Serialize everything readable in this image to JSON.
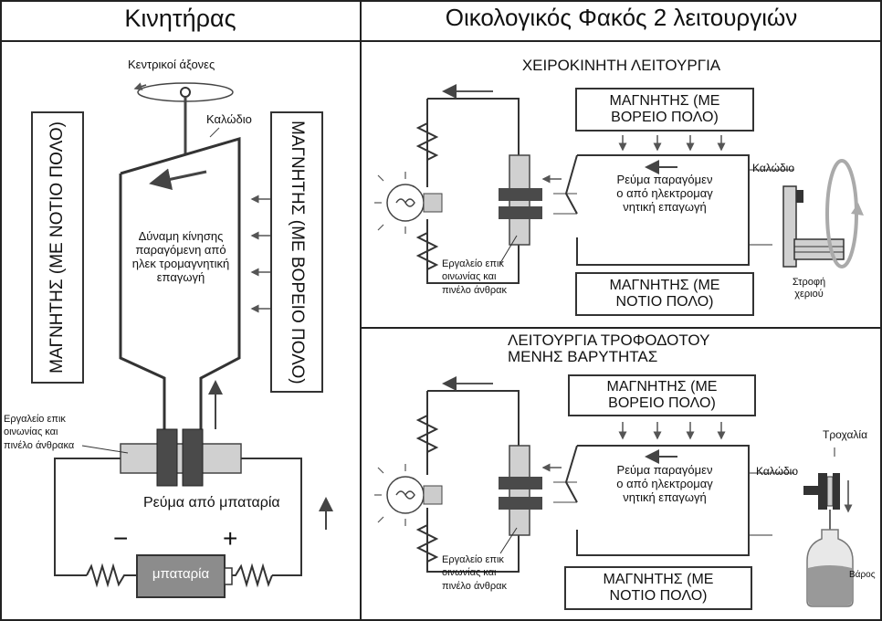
{
  "left": {
    "header": "Κινητήρας",
    "axis_label": "Κεντρικοί άξονες",
    "wire_label": "Καλώδιο",
    "magnet_south": "ΜΑΓΝΗΤΗΣ (ΜΕ ΝΟΤΙΟ ΠΟΛΟ)",
    "magnet_north": "ΜΑΓΝΗΤΗΣ (ΜΕ ΒΟΡΕΙΟ ΠΟΛΟ)",
    "coil_text": "Δύναμη κίνησης\nπαραγόμενη από\nηλεκ τρομαγνητική\nεπαγωγή",
    "brush_label": "Εργαλείο επικ\nοινωνίας και\nπινέλο άνθρακα",
    "battery_current": "Ρεύμα από μπαταρία",
    "minus": "−",
    "plus": "+",
    "battery": "μπαταρία"
  },
  "right": {
    "header": "Οικολογικός Φακός 2 λειτουργιών",
    "top": {
      "title": "ΧΕΙΡΟΚΙΝΗΤΗ ΛΕΙΤΟΥΡΓΙΑ",
      "magnet_north": "ΜΑΓΝΗΤΗΣ (ΜΕ\nΒΟΡΕΙΟ ΠΟΛΟ)",
      "coil_text": "Ρεύμα παραγόμεν\nο από ηλεκτρομαγ\nνητική επαγωγή",
      "wire_label": "Καλώδιο",
      "brush_label": "Εργαλείο επικ\nοινωνίας και\nπινέλο άνθρακ",
      "magnet_south": "ΜΑΓΝΗΤΗΣ (ΜΕ\nΝΟΤΙΟ ΠΟΛΟ)",
      "crank_label": "Στροφή\nχεριού"
    },
    "bottom": {
      "title": "ΛΕΙΤΟΥΡΓΙΑ ΤΡΟΦΟΔΟΤΟΥ\nΜΕΝΗΣ ΒΑΡΥΤΗΤΑΣ",
      "magnet_north": "ΜΑΓΝΗΤΗΣ (ΜΕ\nΒΟΡΕΙΟ ΠΟΛΟ)",
      "coil_text": "Ρεύμα παραγόμεν\nο από ηλεκτρομαγ\nνητική επαγωγή",
      "pulley_label": "Τροχαλία",
      "wire_label": "Καλώδιο",
      "brush_label": "Εργαλείο επικ\nοινωνίας και\nπινέλο άνθρακ",
      "magnet_south": "ΜΑΓΝΗΤΗΣ (ΜΕ\nΝΟΤΙΟ ΠΟΛΟ)",
      "weight_label": "Βάρος"
    }
  }
}
